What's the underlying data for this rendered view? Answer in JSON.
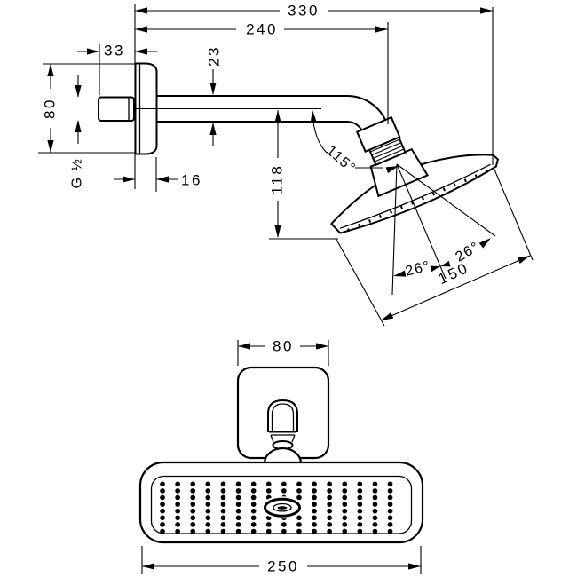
{
  "colors": {
    "ink": "#000000",
    "background": "#ffffff"
  },
  "side_view": {
    "dims": {
      "overall_reach": "330",
      "arm_length": "240",
      "inlet_protrusion": "33",
      "pipe_diameter": "23",
      "escutcheon_height": "80",
      "thread_size": "G ½",
      "escutcheon_depth": "16",
      "drop_height": "118",
      "arm_angle": "115°",
      "spray_angle_inner": "26°",
      "spray_angle_outer": "26°",
      "head_face_width": "150"
    }
  },
  "front_view": {
    "dims": {
      "escutcheon_width": "80",
      "head_width": "250"
    }
  }
}
